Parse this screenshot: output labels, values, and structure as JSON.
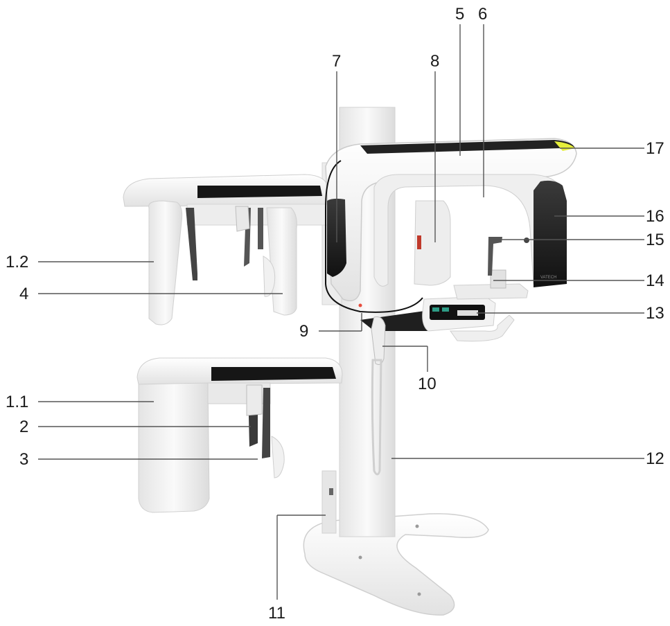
{
  "callouts": [
    {
      "id": "1.2",
      "label": "1.2"
    },
    {
      "id": "4",
      "label": "4"
    },
    {
      "id": "1.1",
      "label": "1.1"
    },
    {
      "id": "2",
      "label": "2"
    },
    {
      "id": "3",
      "label": "3"
    },
    {
      "id": "5",
      "label": "5"
    },
    {
      "id": "6",
      "label": "6"
    },
    {
      "id": "7",
      "label": "7"
    },
    {
      "id": "8",
      "label": "8"
    },
    {
      "id": "9",
      "label": "9"
    },
    {
      "id": "10",
      "label": "10"
    },
    {
      "id": "11",
      "label": "11"
    },
    {
      "id": "12",
      "label": "12"
    },
    {
      "id": "13",
      "label": "13"
    },
    {
      "id": "14",
      "label": "14"
    },
    {
      "id": "15",
      "label": "15"
    },
    {
      "id": "16",
      "label": "16"
    },
    {
      "id": "17",
      "label": "17"
    }
  ],
  "device": {
    "brand_mark": "VATECH"
  },
  "colors": {
    "body": "#f2f2f2",
    "edge": "#d9d9d9",
    "dark": "#1c1c1c",
    "accent": "#e6ef3a"
  }
}
